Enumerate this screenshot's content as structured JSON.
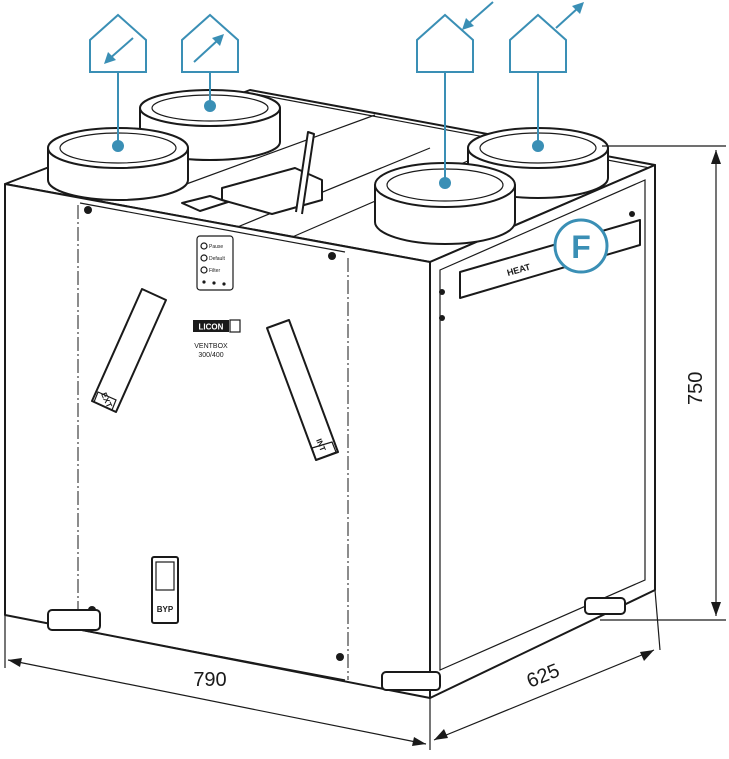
{
  "colors": {
    "accent": "#3a8fb5",
    "outline": "#1a1a1a",
    "background": "#ffffff"
  },
  "device": {
    "brand": "LICON",
    "model": "VENTBOX",
    "model_size": "300/400",
    "indicators": [
      "Pause",
      "Default",
      "Filter"
    ],
    "labels": {
      "ext": "EXT",
      "int": "INT",
      "byp": "BYP",
      "heat": "HEAT"
    }
  },
  "badge": {
    "letter": "F"
  },
  "dimensions": {
    "width": "790",
    "depth": "625",
    "height": "750"
  },
  "airflow_icons": [
    {
      "name": "house-arrow-in-left",
      "direction": "in"
    },
    {
      "name": "house-arrow-out-left",
      "direction": "out"
    },
    {
      "name": "house-arrow-in-right",
      "direction": "in"
    },
    {
      "name": "house-arrow-out-right",
      "direction": "out"
    }
  ]
}
